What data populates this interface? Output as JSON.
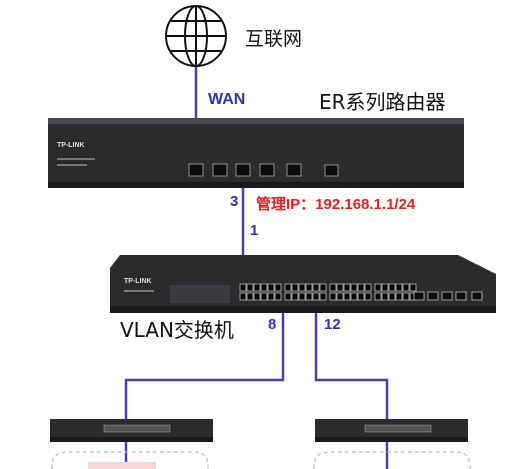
{
  "internet": {
    "label": "互联网"
  },
  "router": {
    "label": "ER系列路由器",
    "brand": "TP-LINK"
  },
  "links": {
    "wan_label": "WAN",
    "router_port": "3",
    "mgmt_ip": "管理IP：192.168.1.1/24",
    "switch_uplink_port": "1",
    "switch_port_a": "8",
    "switch_port_b": "12"
  },
  "switch": {
    "label": "VLAN交换机",
    "brand": "TP-LINK"
  },
  "colors": {
    "link": "#4a3fb0",
    "mgmt_text": "#e02020",
    "device_body": "#2b2b2e"
  }
}
